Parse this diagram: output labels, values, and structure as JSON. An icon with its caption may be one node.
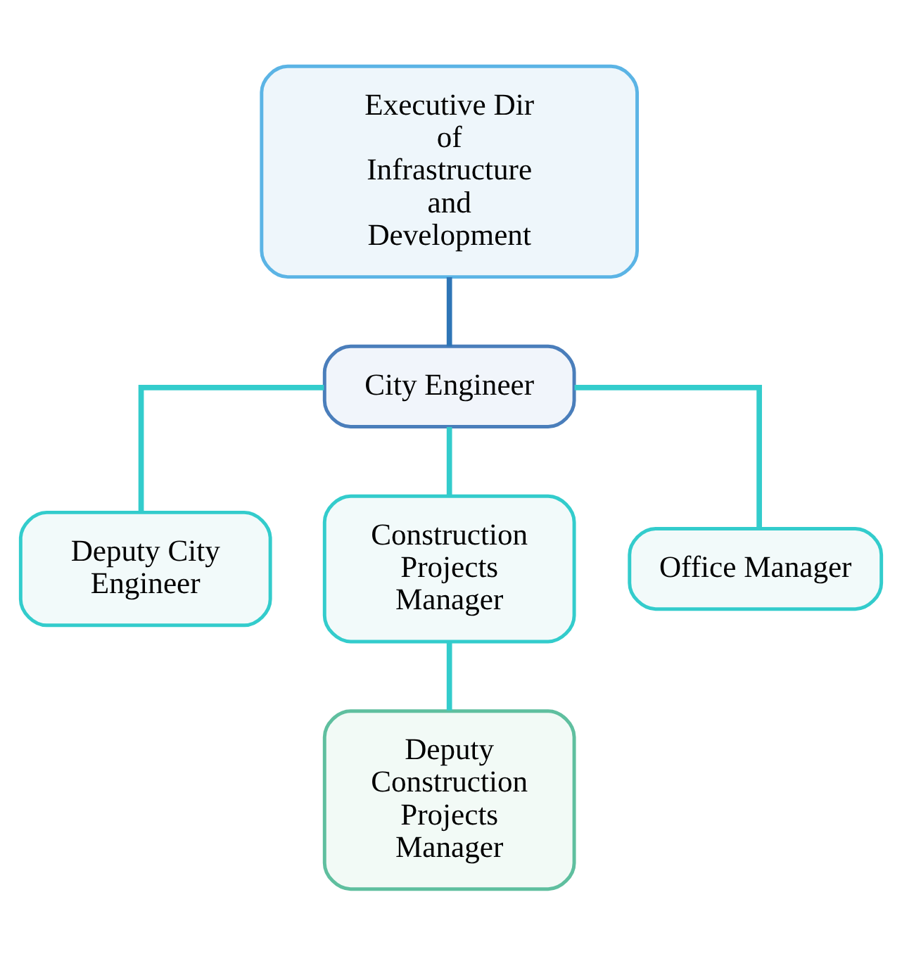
{
  "diagram": {
    "nodes": [
      {
        "text": [
          "Executive Dir of Infrastructure and Development"
        ]
      },
      {
        "text": [
          "City Engineer"
        ]
      },
      {
        "text": [
          "Deputy City Engineer"
        ]
      },
      {
        "text": [
          "Construction Projects Manager"
        ]
      },
      {
        "text": [
          "Office Manager"
        ]
      },
      {
        "text": [
          "Deputy Construction Projects Manager"
        ]
      }
    ],
    "edges": [
      {
        "from": 0,
        "to": 1,
        "arrow": "none",
        "color": "#2e75b6"
      },
      {
        "from": 1,
        "to": 2,
        "arrow": "none"
      },
      {
        "from": 1,
        "to": 3,
        "arrow": "none"
      },
      {
        "from": 1,
        "to": 4,
        "arrow": "none"
      },
      {
        "from": 3,
        "to": 5,
        "arrow": "none"
      }
    ]
  }
}
